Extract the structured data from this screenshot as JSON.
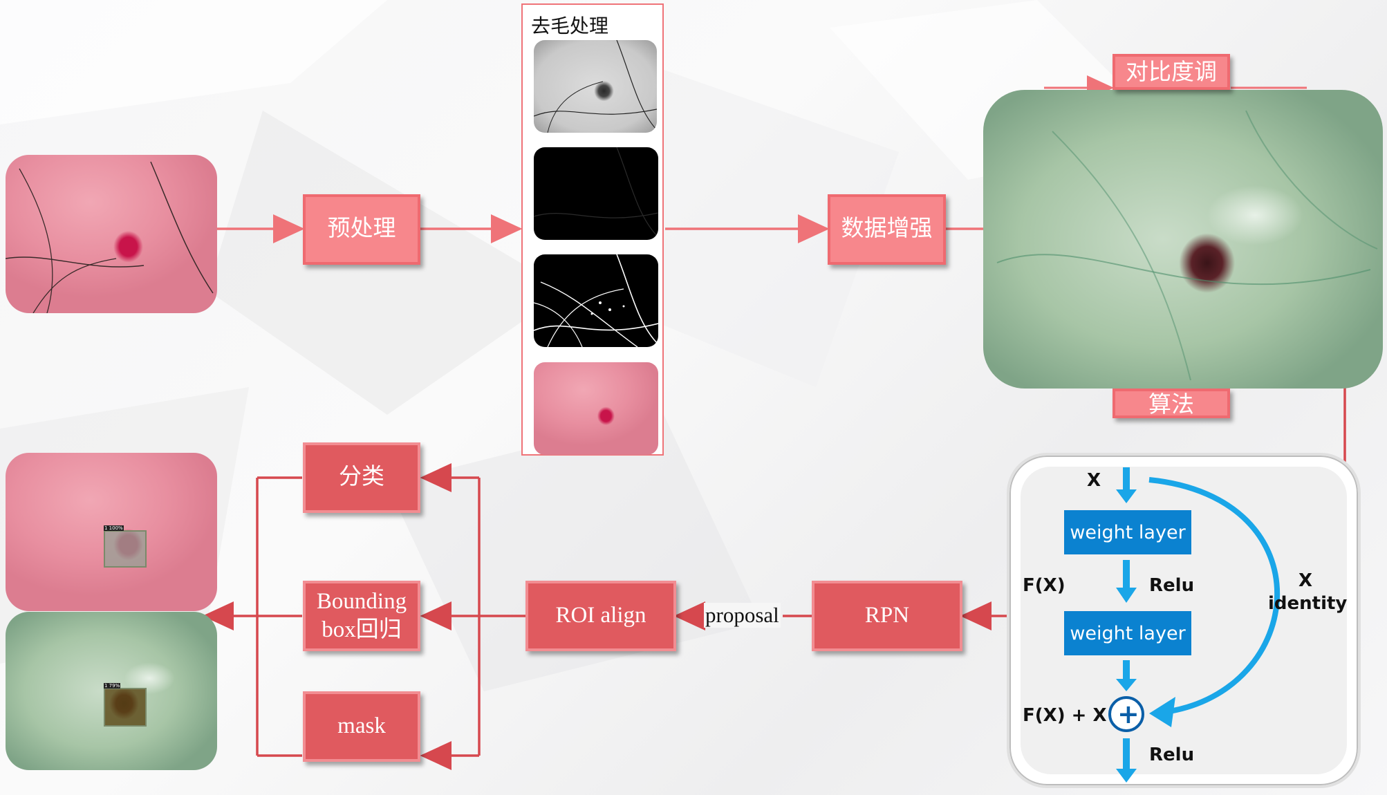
{
  "nodes": {
    "preprocess": "预处理",
    "augment": "数据增强",
    "contrast_top": "对比度调",
    "contrast_bottom": "算法",
    "classify": "分类",
    "bbox_regress": "Bounding box回归",
    "mask": "mask",
    "roi_align": "ROI align",
    "rpn": "RPN"
  },
  "panel": {
    "hair_removal_title": "去毛处理"
  },
  "edge_labels": {
    "proposal": "proposal"
  },
  "residual_block": {
    "input": "X",
    "weight_layer_1": "weight layer",
    "weight_layer_2": "weight layer",
    "fx": "F(X)",
    "relu_mid": "Relu",
    "relu_out": "Relu",
    "sum": "F(X) + X",
    "identity_x": "X",
    "identity": "identity",
    "plus_symbol": "+"
  },
  "detection_tags": {
    "top": "1 100%",
    "bottom": "1 79%"
  },
  "colors": {
    "box_light": "#f7878c",
    "box_dark": "#e05a5f",
    "arrow": "#ef7378",
    "line_dark": "#d6484e",
    "res_blue": "#0b82d0",
    "res_arrow": "#1aa6e8"
  },
  "icons": [
    "arrow-right-icon",
    "arrow-left-icon",
    "plus-circle-icon"
  ]
}
